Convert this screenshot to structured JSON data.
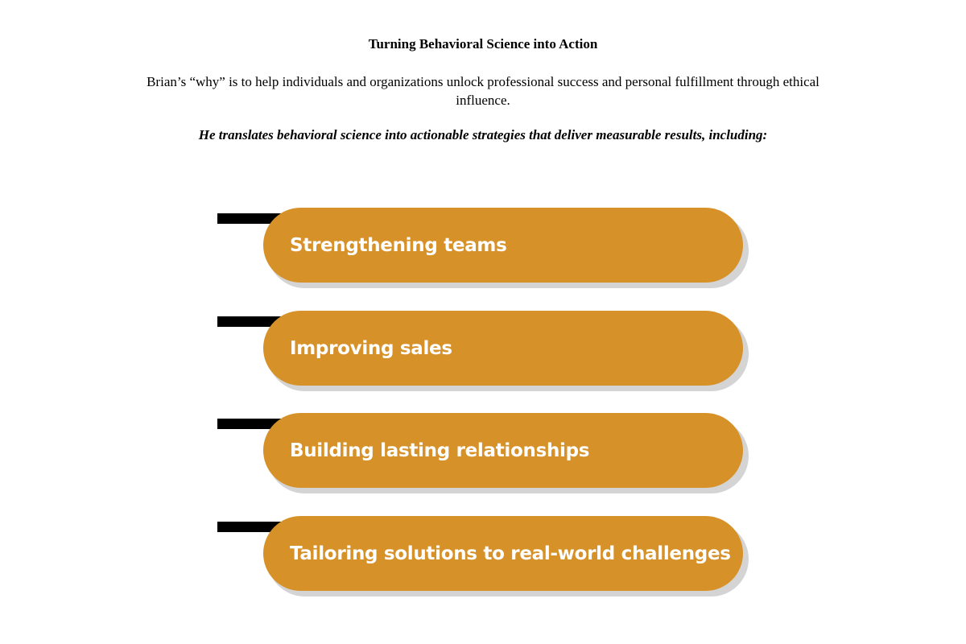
{
  "header": {
    "title": "Turning Behavioral Science into Action",
    "intro": "Brian’s “why” is to help individuals and organizations unlock professional success and personal fulfillment through ethical influence.",
    "lead": "He translates behavioral science into actionable strategies that deliver measurable results, including:"
  },
  "results": {
    "items": [
      {
        "label": "Strengthening teams"
      },
      {
        "label": "Improving sales"
      },
      {
        "label": "Building lasting relationships"
      },
      {
        "label": "Tailoring solutions to real-world challenges"
      }
    ]
  },
  "colors": {
    "pill": "#d69129",
    "tab": "#000000",
    "shadow": "#d4d4d4",
    "pill_text": "#ffffff"
  }
}
